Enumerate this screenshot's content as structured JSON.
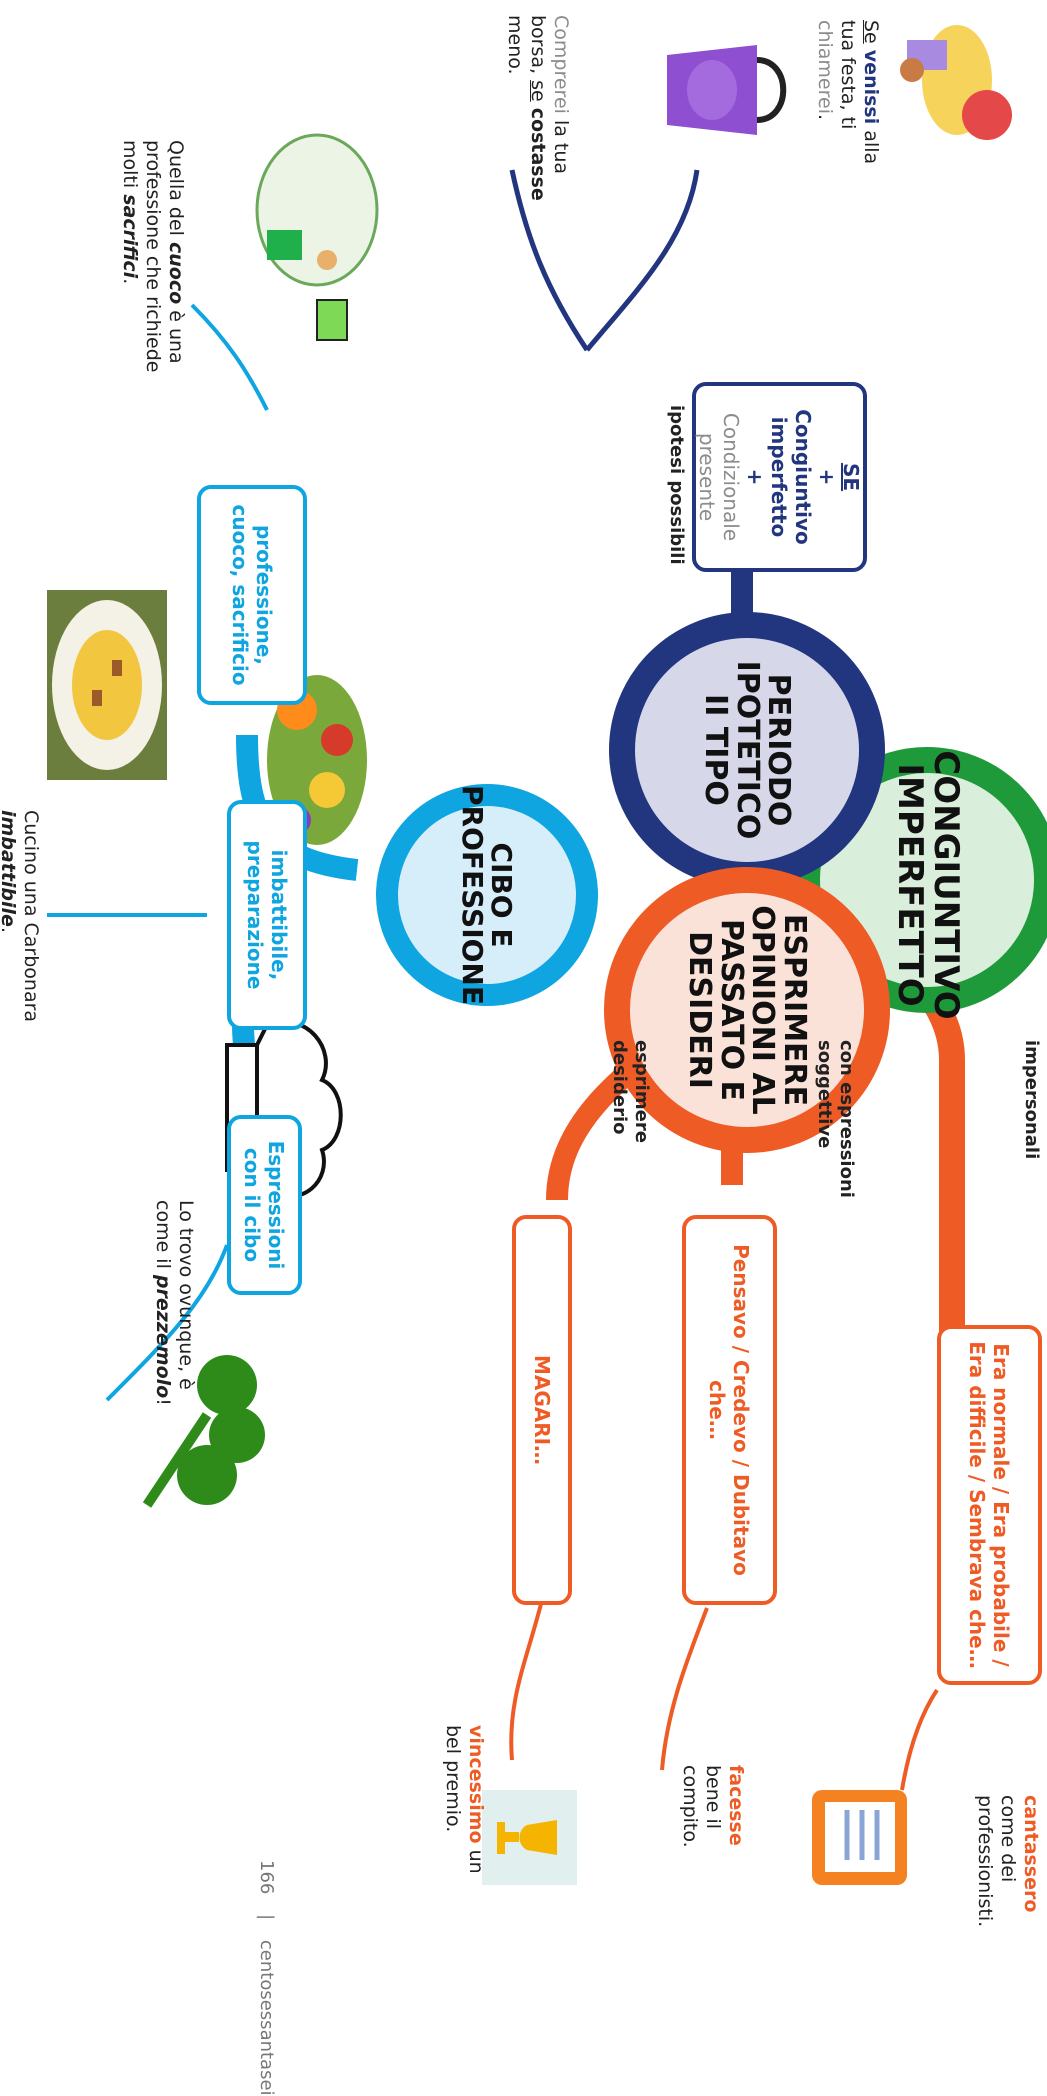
{
  "circles": {
    "congiuntivo": "CONGIUNTIVO IMPERFETTO",
    "periodo": "PERIODO IPOTETICO II TIPO",
    "cibo": "CIBO E PROFESSIONE",
    "esprimere": "ESPRIMERE OPINIONI AL PASSATO E DESIDERI"
  },
  "ipotesi": {
    "label": "ipotesi possibili",
    "se": "SE",
    "plus1": "+",
    "congiuntivo": "Congiuntivo imperfetto",
    "plus2": "+",
    "condizionale": "Condizionale presente"
  },
  "example_festa": {
    "se": "Se",
    "venissi": "venissi",
    "mid": "alla tua festa, ti",
    "chiamerei": "chiamerei",
    "end": "."
  },
  "example_borsa": {
    "comprerei": "Comprerei",
    "mid": "la tua borsa,",
    "se": "se",
    "costasse": "costasse",
    "end": "meno."
  },
  "cibo_branches": {
    "professione": "professione, cuoco, sacrificio",
    "imbattibile": "imbattibile, preparazione",
    "espressioni": "Espressioni con il cibo"
  },
  "example_cuoco": {
    "a": "Quella del",
    "cuoco": "cuoco",
    "b": "è una professione che richiede molti",
    "sacrifici": "sacrifici",
    "end": "."
  },
  "example_carbonara": {
    "a": "Cucino una Carbonara",
    "imbattibile": "imbattibile",
    "end": "."
  },
  "example_prezzemolo": {
    "a": "Lo trovo ovunque, è come il",
    "prezzemolo": "prezzemolo",
    "end": "!"
  },
  "esprimere_branches": {
    "impersonali": "impersonali",
    "soggettive": "con espressioni soggettive",
    "desiderio": "esprimere desiderio",
    "box_impersonali": "Era normale / Era probabile / Era difficile / Sembrava che…",
    "box_soggettive": "Pensavo / Credevo / Dubitavo che…",
    "box_desiderio": "MAGARI…"
  },
  "example_cantassero": {
    "word": "cantassero",
    "rest": "come dei professionisti."
  },
  "example_facesse": {
    "word": "facesse",
    "rest": "bene il compito."
  },
  "example_vincessimo": {
    "word": "vincessimo",
    "rest": "un bel premio."
  },
  "footer": {
    "page": "166",
    "sep": "|",
    "title": "centosessantasei"
  },
  "colors": {
    "navy": "#22357f",
    "green": "#1e9a3b",
    "orange": "#ef5b25",
    "blue": "#0ea5e0"
  }
}
